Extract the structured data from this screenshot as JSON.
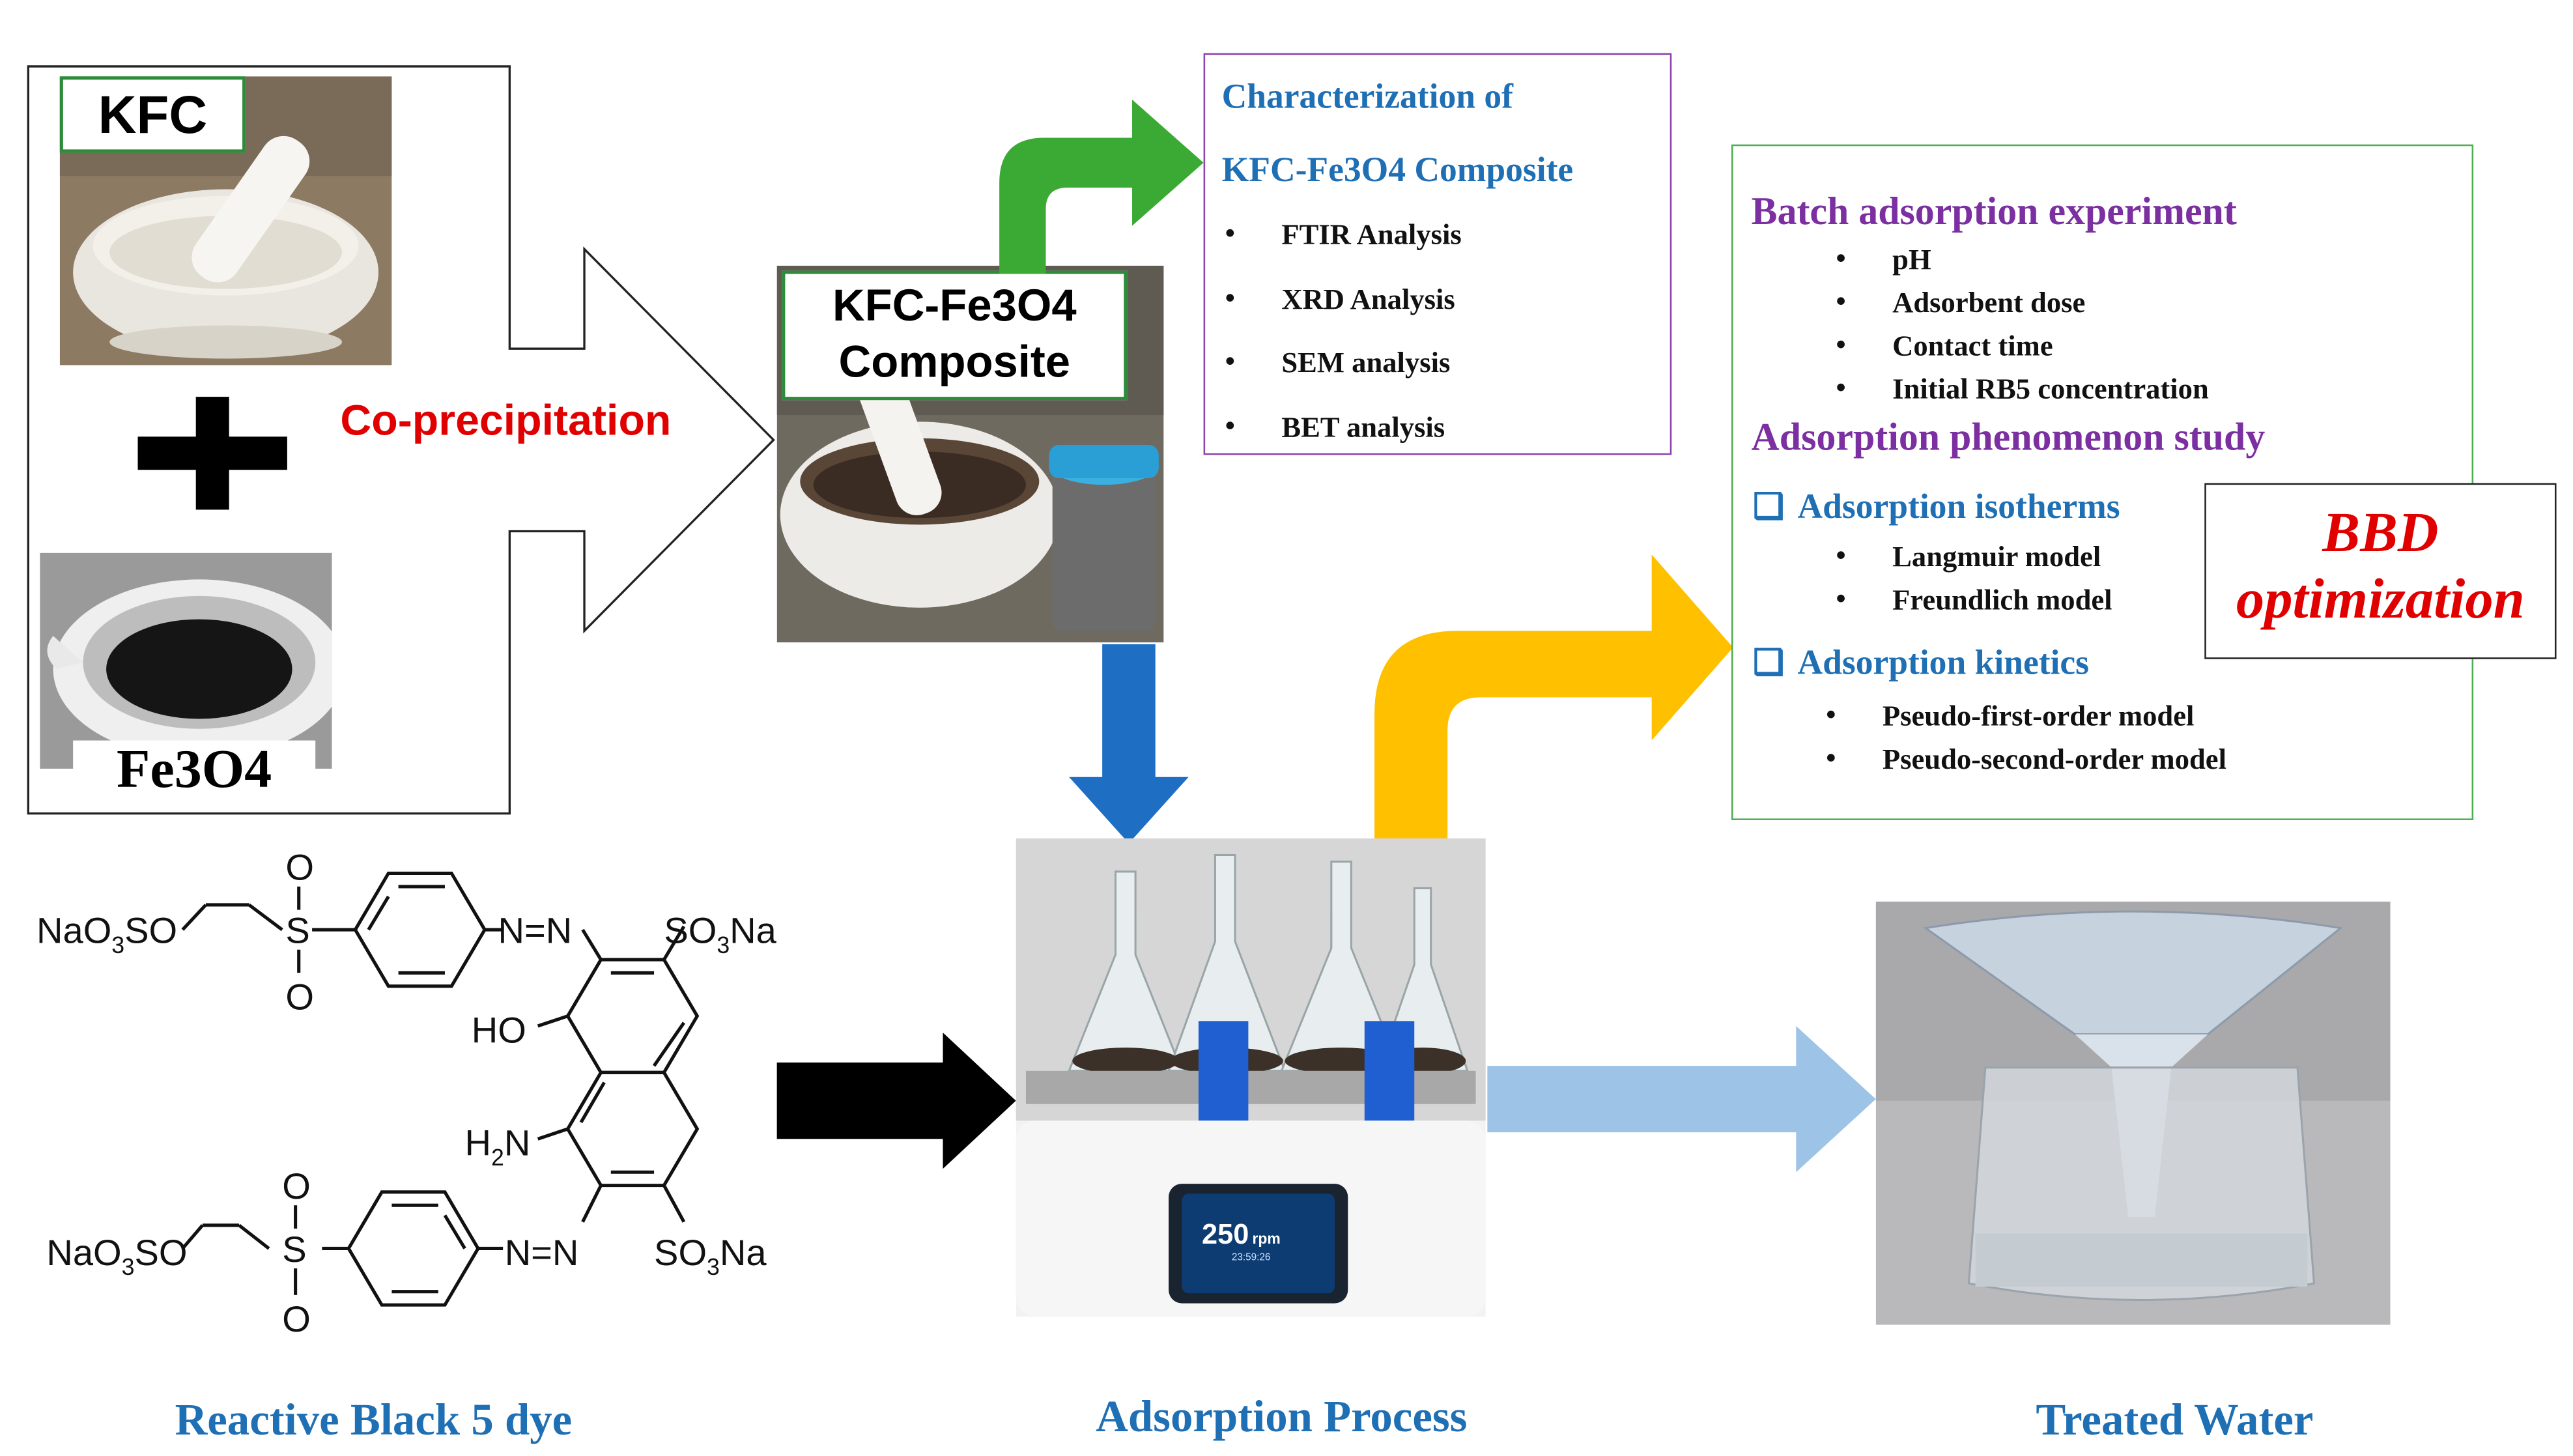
{
  "materials": {
    "kfc_label": "KFC",
    "fe3o4_label": "Fe3O4",
    "process_label": "Co-precipitation",
    "composite_line1": "KFC-Fe3O4",
    "composite_line2": "Composite"
  },
  "characterization": {
    "title_line1": "Characterization of",
    "title_line2": "KFC-Fe3O4 Composite",
    "items": [
      "FTIR Analysis",
      "XRD Analysis",
      "SEM analysis",
      "BET analysis"
    ]
  },
  "batch": {
    "title": "Batch adsorption experiment",
    "parameters": [
      "pH",
      "Adsorbent dose",
      "Contact time",
      "Initial RB5 concentration"
    ],
    "phenomenon_title": "Adsorption phenomenon study",
    "isotherms_title": "Adsorption isotherms",
    "isotherm_models": [
      "Langmuir model",
      "Freundlich model"
    ],
    "kinetics_title": "Adsorption kinetics",
    "kinetic_models": [
      "Pseudo-first-order model",
      "Pseudo-second-order model"
    ],
    "checkbox_symbol": "❑"
  },
  "bbd": {
    "line1": "BBD",
    "line2": "optimization"
  },
  "dye": {
    "name": "Reactive Black 5 dye",
    "groups": {
      "nao3so": "NaO",
      "nao3so_sub": "3",
      "nao3so_end": "SO",
      "so3na": "SO",
      "so3na_sub": "3",
      "so3na_end": "Na",
      "oh": "HO",
      "nh2": "H",
      "nh2_sub": "2",
      "nh2_end": "N",
      "azo": "N=N",
      "o": "O",
      "s": "S"
    }
  },
  "shaker": {
    "display_value": "250",
    "display_unit": "rpm",
    "display_time": "23:59:26"
  },
  "captions": {
    "dye": "Reactive Black 5 dye",
    "process": "Adsorption Process",
    "water": "Treated Water"
  },
  "colors": {
    "green_arrow": "#3aaa35",
    "blue_arrow": "#1e6fc4",
    "yellow_arrow": "#ffc000",
    "light_blue_arrow": "#9dc3e6",
    "black_arrow": "#000000",
    "process_text": "#e00000",
    "heading_blue": "#1f6fb5",
    "heading_purple": "#7b2fa0"
  }
}
